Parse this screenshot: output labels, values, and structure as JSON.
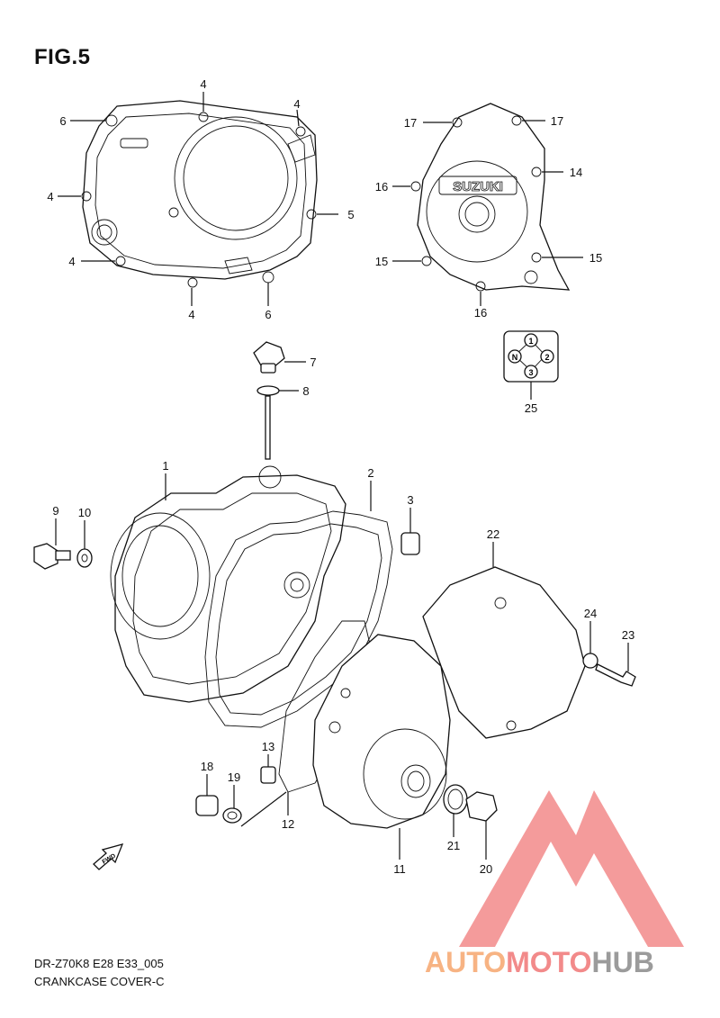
{
  "figure": {
    "title": "FIG.5",
    "footer_line1": "DR-Z70K8 E28 E33_005",
    "footer_line2": "CRANKCASE COVER-C",
    "brand_mark": "SUZUKI",
    "fwd_label": "FWD"
  },
  "indicator": {
    "positions": [
      "1",
      "N",
      "2",
      "3"
    ]
  },
  "callouts": [
    {
      "id": "c4a",
      "label": "4"
    },
    {
      "id": "c4b",
      "label": "4"
    },
    {
      "id": "c6a",
      "label": "6"
    },
    {
      "id": "c4c",
      "label": "4"
    },
    {
      "id": "c5",
      "label": "5"
    },
    {
      "id": "c4d",
      "label": "4"
    },
    {
      "id": "c4e",
      "label": "4"
    },
    {
      "id": "c6b",
      "label": "6"
    },
    {
      "id": "c17a",
      "label": "17"
    },
    {
      "id": "c17b",
      "label": "17"
    },
    {
      "id": "c16a",
      "label": "16"
    },
    {
      "id": "c14",
      "label": "14"
    },
    {
      "id": "c15a",
      "label": "15"
    },
    {
      "id": "c15b",
      "label": "15"
    },
    {
      "id": "c16b",
      "label": "16"
    },
    {
      "id": "c25",
      "label": "25"
    },
    {
      "id": "c7",
      "label": "7"
    },
    {
      "id": "c8",
      "label": "8"
    },
    {
      "id": "c1",
      "label": "1"
    },
    {
      "id": "c2",
      "label": "2"
    },
    {
      "id": "c3",
      "label": "3"
    },
    {
      "id": "c9",
      "label": "9"
    },
    {
      "id": "c10",
      "label": "10"
    },
    {
      "id": "c22",
      "label": "22"
    },
    {
      "id": "c24",
      "label": "24"
    },
    {
      "id": "c23",
      "label": "23"
    },
    {
      "id": "c13",
      "label": "13"
    },
    {
      "id": "c18",
      "label": "18"
    },
    {
      "id": "c19",
      "label": "19"
    },
    {
      "id": "c12",
      "label": "12"
    },
    {
      "id": "c11",
      "label": "11"
    },
    {
      "id": "c21",
      "label": "21"
    },
    {
      "id": "c20",
      "label": "20"
    }
  ],
  "watermark": {
    "text_part1": "AUTO",
    "text_part2": "MOTO",
    "text_part3": "HUB",
    "color_orange": "#f7b383",
    "color_red": "#f28a8a",
    "color_gray": "#9b9b9b"
  }
}
